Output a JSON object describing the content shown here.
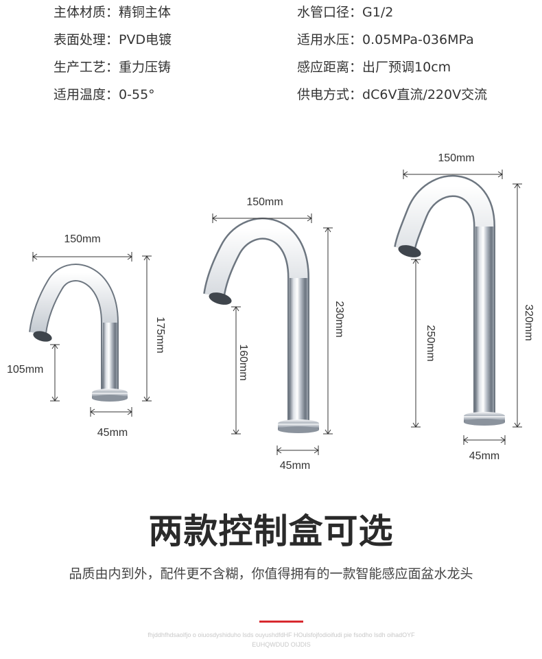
{
  "specs": [
    {
      "key": "主体材质",
      "colon": "：",
      "value": "精铜主体"
    },
    {
      "key": "表面处理",
      "colon": "：",
      "value": "PVD电镀"
    },
    {
      "key": "生产工艺",
      "colon": "：",
      "value": "重力压铸"
    },
    {
      "key": "适用温度",
      "colon": "：",
      "value": "0-55°"
    },
    {
      "key": "水管口径",
      "colon": "：",
      "value": "G1/2"
    },
    {
      "key": "适用水压",
      "colon": "：",
      "value": "0.05MPa-036MPa"
    },
    {
      "key": "感应距离",
      "colon": "：",
      "value": "出厂预调10cm"
    },
    {
      "key": "供电方式",
      "colon": "：",
      "value": "dC6V直流/220V交流"
    }
  ],
  "faucets": [
    {
      "name": "small",
      "width": "150mm",
      "height": "175mm",
      "spout": "105mm",
      "base": "45mm"
    },
    {
      "name": "medium",
      "width": "150mm",
      "height": "230mm",
      "spout": "160mm",
      "base": "45mm"
    },
    {
      "name": "large",
      "width": "150mm",
      "height": "320mm",
      "spout": "250mm",
      "base": "45mm"
    }
  ],
  "heading": {
    "title": "两款控制盒可选",
    "subtitle": "品质由内到外，配件更不含糊，你值得拥有的一款智能感应面盆水龙头",
    "faint_text": "fhjddhfhdsaolfjo o    oiuosdyshiduho  lsds ouyushdfdHF  HOulsfojfodioifudi    pie fsodho   lsdh oihadOYF   EUHQWDUD OIJDIS"
  },
  "colors": {
    "accent": "#d8292f",
    "chrome_dark": "#7d8691",
    "chrome_light": "#f4f6f8"
  }
}
